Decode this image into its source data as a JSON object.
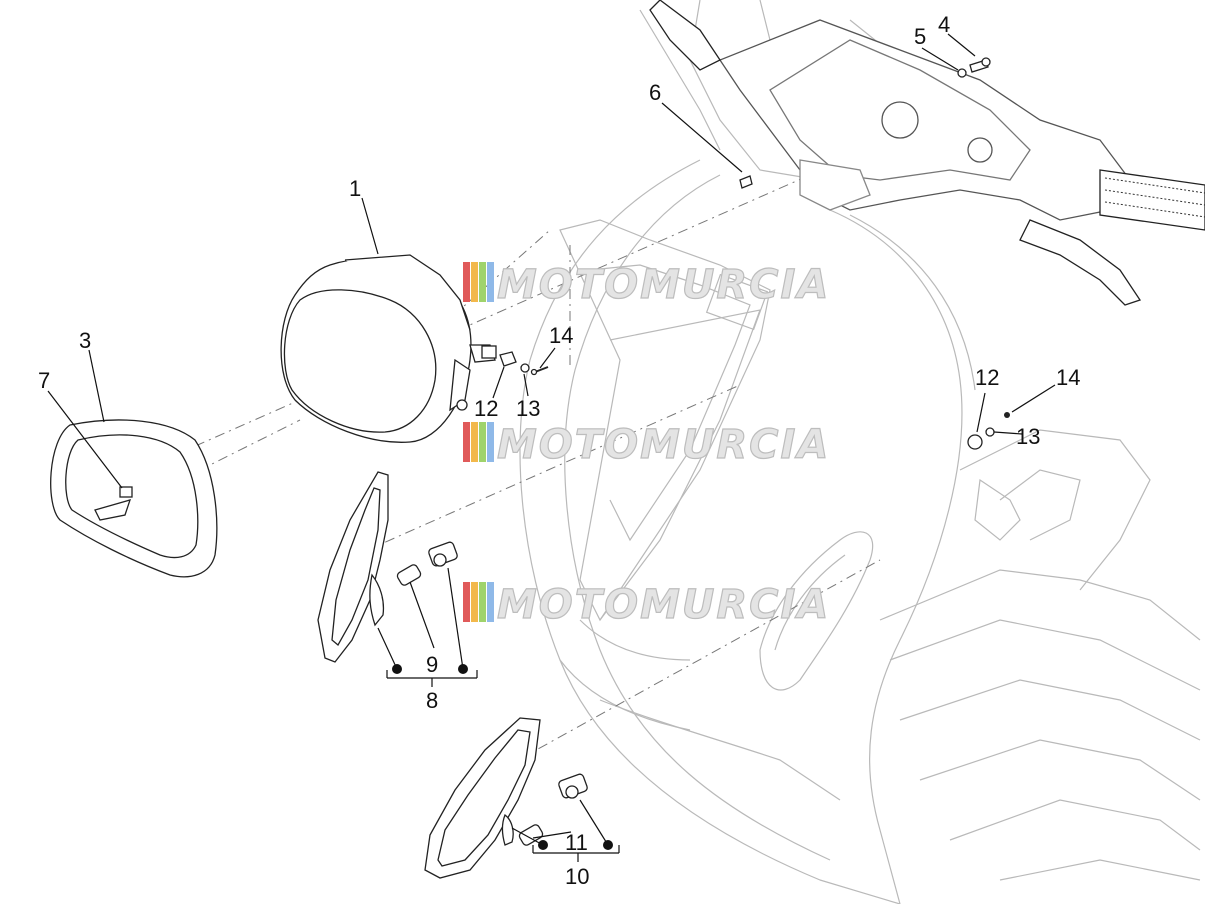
{
  "watermark": {
    "text": "MOTOMURCIA",
    "colors": [
      "#e05a5a",
      "#f2b84b",
      "#9fd36b",
      "#8fb9e8"
    ]
  },
  "callouts": {
    "c1": "1",
    "c3": "3",
    "c4": "4",
    "c5": "5",
    "c6": "6",
    "c7": "7",
    "c8": "8",
    "c9": "9",
    "c10": "10",
    "c11": "11",
    "c12a": "12",
    "c13a": "13",
    "c14a": "14",
    "c12b": "12",
    "c13b": "13",
    "c14b": "14"
  }
}
